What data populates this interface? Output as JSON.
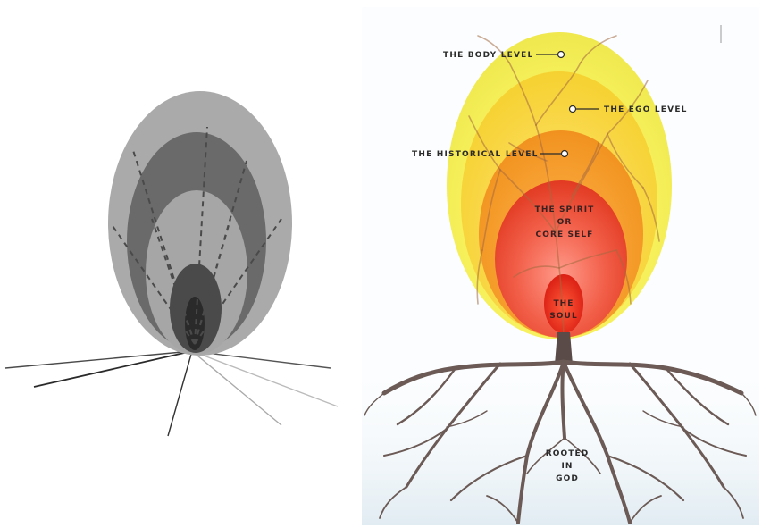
{
  "diagram": {
    "left_figure": {
      "description_icon": "nested-ellipses-icon"
    },
    "right_figure": {
      "labels": {
        "body_level": "THE BODY LEVEL",
        "ego_level": "THE EGO LEVEL",
        "historical_level": "THE HISTORICAL LEVEL",
        "spirit_line1": "THE SPIRIT",
        "spirit_line2": "OR",
        "spirit_line3": "CORE SELF",
        "soul_line1": "THE",
        "soul_line2": "SOUL",
        "rooted_line1": "ROOTED",
        "rooted_line2": "IN",
        "rooted_line3": "GOD"
      },
      "colors": {
        "body": "#f2ee3a",
        "ego": "#f6d030",
        "historical": "#f39a26",
        "spirit": "#ef4a2a",
        "soul": "#e02a1a",
        "roots": "#6b5a55"
      }
    }
  }
}
